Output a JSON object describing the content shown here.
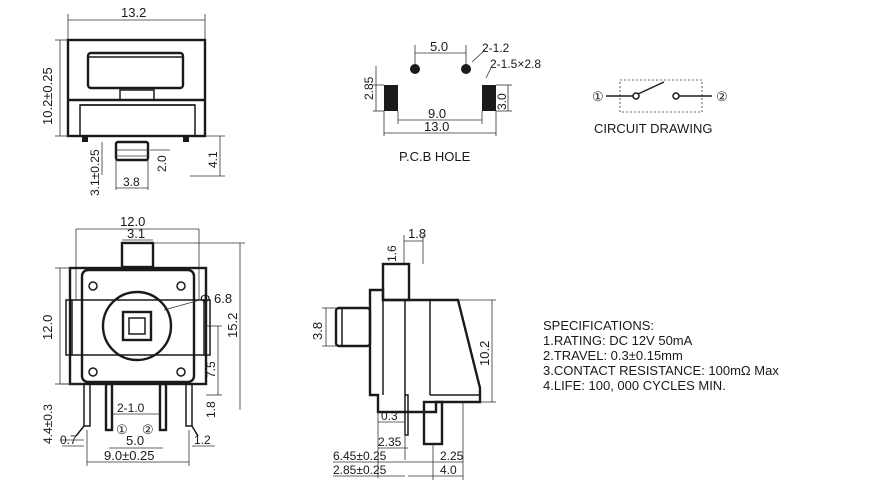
{
  "top_view": {
    "width": "13.2",
    "height": "10.2±0.25",
    "depth": "4.1",
    "stem_h": "3.1±0.25",
    "stem_w": "3.8",
    "stem_sub": "2.0"
  },
  "pcb_hole": {
    "pitch": "5.0",
    "hole_dia": "2-1.2",
    "slot": "2-1.5×2.8",
    "slot_h": "2.85",
    "slot_len": "3.0",
    "inner": "9.0",
    "outer": "13.0",
    "title": "P.C.B HOLE"
  },
  "circuit": {
    "pin1": "①",
    "pin2": "②",
    "title": "CIRCUIT DRAWING"
  },
  "front_view": {
    "width": "12.0",
    "stem_w": "3.1",
    "height": "12.0",
    "height2": "15.2",
    "cap_dia": "Φ 6.8",
    "dim_75": "7.5",
    "dim_18": "1.8",
    "lead_pitch": "2-1.0",
    "pitch": "5.0",
    "lead_span": "9.0±0.25",
    "left_lead": "0.7",
    "right_lead": "1.2",
    "side_pin": "4.4±0.3",
    "pin1": "①",
    "pin2": "②"
  },
  "side_view": {
    "top": "1.8",
    "top2": "1.6",
    "cap": "3.8",
    "height": "10.2",
    "pin_w": "0.3",
    "d235": "2.35",
    "d645": "6.45±0.25",
    "d285": "2.85±0.25",
    "d225": "2.25",
    "d40": "4.0"
  },
  "specs": {
    "title": "SPECIFICATIONS:",
    "lines": [
      "1.RATING: DC  12V  50mA",
      "2.TRAVEL: 0.3±0.15mm",
      "3.CONTACT  RESISTANCE:  100mΩ  Max",
      "4.LIFE:  100,  000  CYCLES  MIN."
    ]
  }
}
